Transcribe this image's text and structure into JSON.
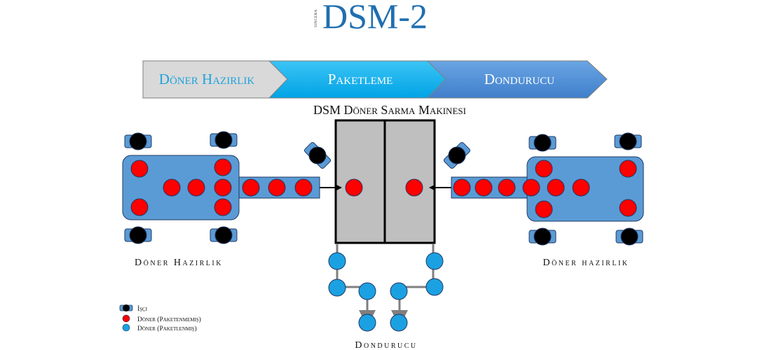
{
  "header": {
    "title": "DSM-2",
    "brand": "SINCERA"
  },
  "stages": [
    {
      "label": "Döner Hazırlık",
      "fill": "#d9d9d9",
      "text_color": "#1fa3db"
    },
    {
      "label": "Paketleme",
      "fill": "#00b0f0",
      "text_color": "#ffffff"
    },
    {
      "label": "Dondurucu",
      "fill": "#4a8bd4",
      "text_color": "#ffffff"
    }
  ],
  "machine": {
    "title": "DSM Döner Sarma Makinesi"
  },
  "areas": {
    "left_label": "Döner Hazırlık",
    "right_label": "Döner hazırlık",
    "bottom_label": "Dondurucu"
  },
  "legend": {
    "worker": "İşçi",
    "unpacked": "Döner (Paketenmemiş)",
    "packed": "Döner (Paketlenmiş)"
  },
  "colors": {
    "table_blue": "#5b9bd5",
    "unpacked_red": "#ff0000",
    "packed_cyan": "#1ba1e2",
    "machine_gray": "#bfbfbf",
    "title_blue": "#1f6fb0"
  },
  "icons": {
    "worker": "worker-icon",
    "unpacked": "unpacked-doner-icon",
    "packed": "packed-doner-icon"
  }
}
